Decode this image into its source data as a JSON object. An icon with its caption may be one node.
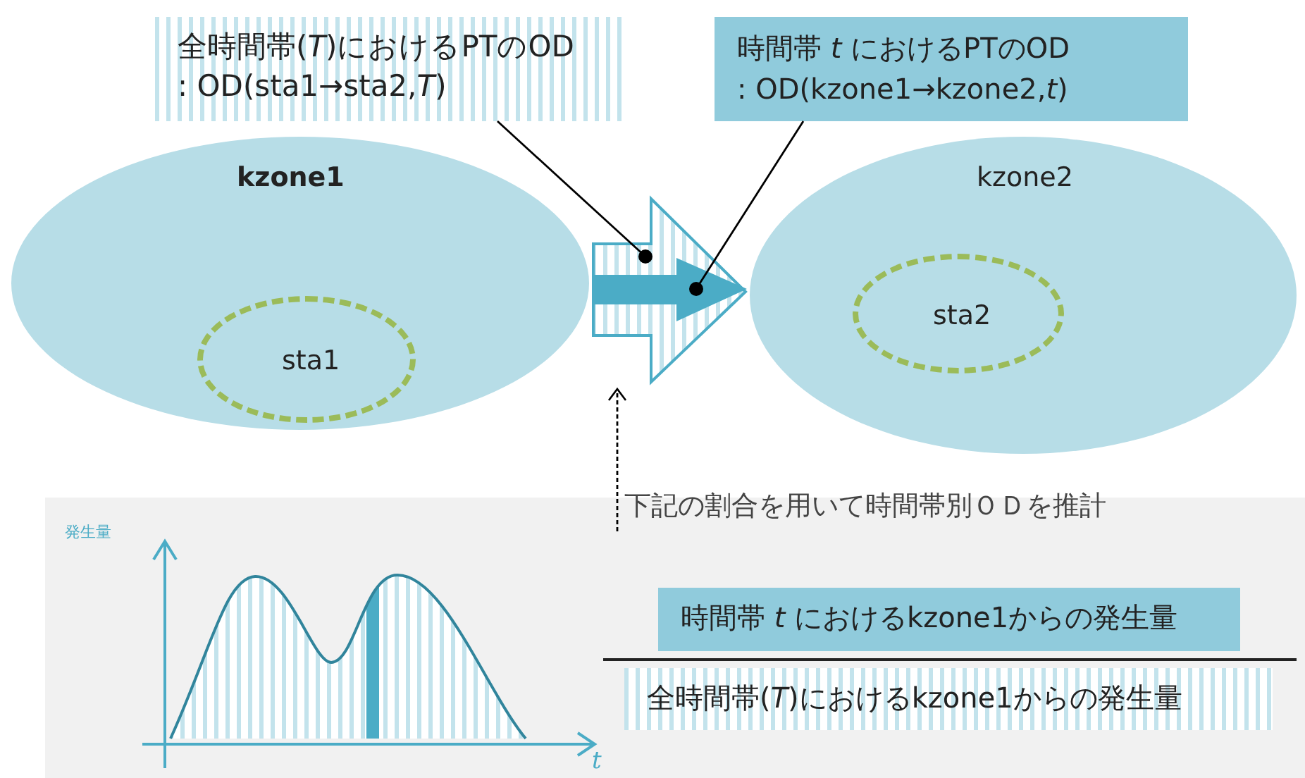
{
  "diagram": {
    "nodes": [
      {
        "text": [
          "全時間帯(*T*)におけるPTのOD : OD(sta1→sta2,*T*)"
        ]
      },
      {
        "text": [
          "時間帯 *t* におけるPTのOD : OD(kzone1→kzone2,*t*)"
        ]
      },
      {
        "text": [
          "kzone1"
        ]
      },
      {
        "text": [
          "sta1"
        ],
        "in": 2
      },
      {
        "text": [],
        "shape": "arrow"
      },
      {
        "text": [],
        "shape": "arrow",
        "in": 4
      },
      {
        "text": [
          "kzone2"
        ]
      },
      {
        "text": [
          "sta2"
        ],
        "in": 6
      },
      {
        "text": [
          "下記の割合を用いて時間帯別ＯＤを推計"
        ]
      },
      {
        "text": [
          "時間帯 *t* におけるkzone1からの発生量"
        ]
      },
      {
        "text": [
          "全時間帯(*T*)におけるkzone1からの発生量"
        ]
      }
    ],
    "edges": [
      {
        "from": 0,
        "to": 4,
        "arrow": "other"
      },
      {
        "from": 1,
        "to": 5,
        "arrow": "other"
      },
      {
        "from": 8,
        "to": 4,
        "arrow": "to",
        "style": "dashed"
      }
    ],
    "labels": [
      "発生量",
      "t"
    ]
  }
}
